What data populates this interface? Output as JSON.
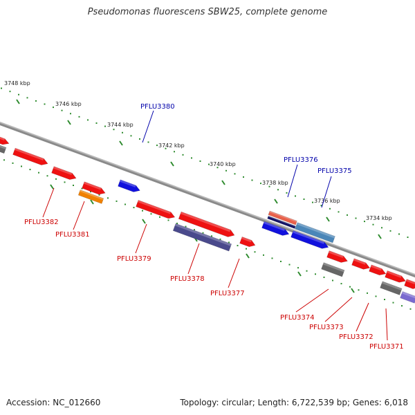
{
  "title": "Pseudomonas fluorescens SBW25, complete genome",
  "footer": {
    "accession_label": "Accession:",
    "accession": "NC_012660",
    "summary": "Topology: circular; Length: 6,722,539 bp; Genes: 6,018"
  },
  "colors": {
    "backbone": "#8a8a8a",
    "forward_tick": "#2e8b2e",
    "label_forward": "#0000aa",
    "label_reverse": "#cc0000",
    "gene_red": "#ee1111",
    "gene_blue": "#1111dd",
    "gene_darkblue": "#111166",
    "gene_steelblue": "#4a86b8",
    "gene_salmon": "#e8604a",
    "gene_navy_purple": "#4a4a8c",
    "gene_orange": "#f08000",
    "gene_gray": "#666666",
    "gene_violet": "#7a6ad0"
  },
  "scale_labels": [
    "3748 kbp",
    "3746 kbp",
    "3744 kbp",
    "3742 kbp",
    "3740 kbp",
    "3738 kbp",
    "3736 kbp",
    "3734 kbp"
  ],
  "gene_labels": {
    "forward": [
      "PFLU3380",
      "PFLU3376",
      "PFLU3375"
    ],
    "reverse": [
      "PFLU3382",
      "PFLU3381",
      "PFLU3379",
      "PFLU3378",
      "PFLU3377",
      "PFLU3374",
      "PFLU3373",
      "PFLU3372",
      "PFLU3371"
    ]
  }
}
